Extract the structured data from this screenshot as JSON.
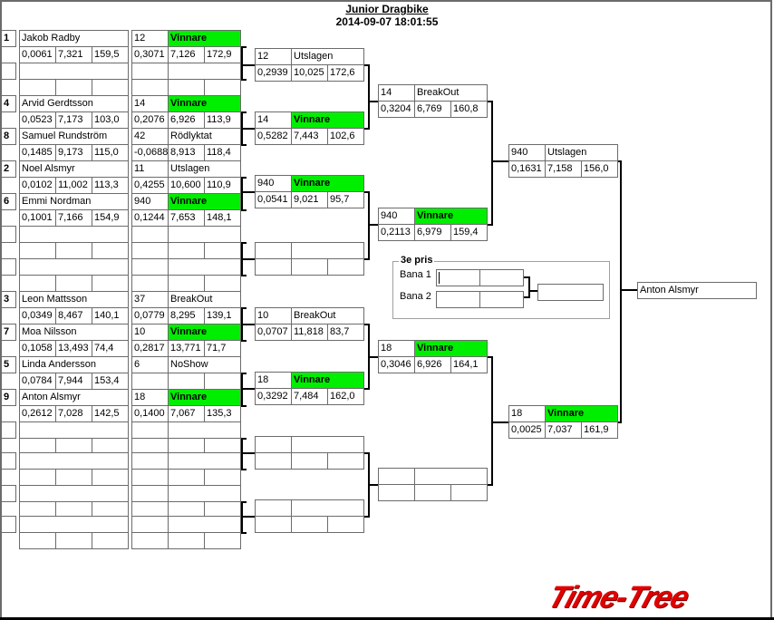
{
  "header": {
    "title": "Junior Dragbike",
    "datetime": "2014-09-07 18:01:55"
  },
  "round1_entries": [
    {
      "seed": "1",
      "name": "Jakob Radby",
      "rt": "0,0061",
      "et": "7,321",
      "speed": "159,5"
    },
    {
      "seed": "",
      "name": "",
      "rt": "",
      "et": "",
      "speed": ""
    },
    {
      "seed": "4",
      "name": "Arvid Gerdtsson",
      "rt": "0,0523",
      "et": "7,173",
      "speed": "103,0"
    },
    {
      "seed": "8",
      "name": "Samuel Rundström",
      "rt": "0,1485",
      "et": "9,173",
      "speed": "115,0"
    },
    {
      "seed": "2",
      "name": "Noel Alsmyr",
      "rt": "0,0102",
      "et": "11,002",
      "speed": "113,3"
    },
    {
      "seed": "6",
      "name": "Emmi Nordman",
      "rt": "0,1001",
      "et": "7,166",
      "speed": "154,9"
    },
    {
      "seed": "",
      "name": "",
      "rt": "",
      "et": "",
      "speed": ""
    },
    {
      "seed": "",
      "name": "",
      "rt": "",
      "et": "",
      "speed": ""
    },
    {
      "seed": "3",
      "name": "Leon Mattsson",
      "rt": "0,0349",
      "et": "8,467",
      "speed": "140,1"
    },
    {
      "seed": "7",
      "name": "Moa Nilsson",
      "rt": "0,1058",
      "et": "13,493",
      "speed": "74,4"
    },
    {
      "seed": "5",
      "name": "Linda Andersson",
      "rt": "0,0784",
      "et": "7,944",
      "speed": "153,4"
    },
    {
      "seed": "9",
      "name": "Anton Alsmyr",
      "rt": "0,2612",
      "et": "7,028",
      "speed": "142,5"
    },
    {
      "seed": "",
      "name": "",
      "rt": "",
      "et": "",
      "speed": ""
    },
    {
      "seed": "",
      "name": "",
      "rt": "",
      "et": "",
      "speed": ""
    },
    {
      "seed": "",
      "name": "",
      "rt": "",
      "et": "",
      "speed": ""
    },
    {
      "seed": "",
      "name": "",
      "rt": "",
      "et": "",
      "speed": ""
    }
  ],
  "round1_results": [
    {
      "num": "12",
      "status": "Vinnare",
      "winner": true,
      "rt": "0,3071",
      "et": "7,126",
      "speed": "172,9"
    },
    {
      "num": "",
      "status": "",
      "winner": false,
      "rt": "",
      "et": "",
      "speed": ""
    },
    {
      "num": "14",
      "status": "Vinnare",
      "winner": true,
      "rt": "0,2076",
      "et": "6,926",
      "speed": "113,9"
    },
    {
      "num": "42",
      "status": "Rödlyktat",
      "winner": false,
      "rt": "-0,0688",
      "et": "8,913",
      "speed": "118,4"
    },
    {
      "num": "11",
      "status": "Utslagen",
      "winner": false,
      "rt": "0,4255",
      "et": "10,600",
      "speed": "110,9"
    },
    {
      "num": "940",
      "status": "Vinnare",
      "winner": true,
      "rt": "0,1244",
      "et": "7,653",
      "speed": "148,1"
    },
    {
      "num": "",
      "status": "",
      "winner": false,
      "rt": "",
      "et": "",
      "speed": ""
    },
    {
      "num": "",
      "status": "",
      "winner": false,
      "rt": "",
      "et": "",
      "speed": ""
    },
    {
      "num": "37",
      "status": "BreakOut",
      "winner": false,
      "rt": "0,0779",
      "et": "8,295",
      "speed": "139,1"
    },
    {
      "num": "10",
      "status": "Vinnare",
      "winner": true,
      "rt": "0,2817",
      "et": "13,771",
      "speed": "71,7"
    },
    {
      "num": "6",
      "status": "NoShow",
      "winner": false,
      "rt": "",
      "et": "",
      "speed": ""
    },
    {
      "num": "18",
      "status": "Vinnare",
      "winner": true,
      "rt": "0,1400",
      "et": "7,067",
      "speed": "135,3"
    },
    {
      "num": "",
      "status": "",
      "winner": false,
      "rt": "",
      "et": "",
      "speed": ""
    },
    {
      "num": "",
      "status": "",
      "winner": false,
      "rt": "",
      "et": "",
      "speed": ""
    },
    {
      "num": "",
      "status": "",
      "winner": false,
      "rt": "",
      "et": "",
      "speed": ""
    },
    {
      "num": "",
      "status": "",
      "winner": false,
      "rt": "",
      "et": "",
      "speed": ""
    }
  ],
  "round2": [
    {
      "num": "12",
      "status": "Utslagen",
      "winner": false,
      "rt": "0,2939",
      "et": "10,025",
      "speed": "172,6"
    },
    {
      "num": "14",
      "status": "Vinnare",
      "winner": true,
      "rt": "0,5282",
      "et": "7,443",
      "speed": "102,6"
    },
    {
      "num": "940",
      "status": "Vinnare",
      "winner": true,
      "rt": "0,0541",
      "et": "9,021",
      "speed": "95,7"
    },
    {
      "num": "",
      "status": "",
      "winner": false,
      "rt": "",
      "et": "",
      "speed": ""
    },
    {
      "num": "10",
      "status": "BreakOut",
      "winner": false,
      "rt": "0,0707",
      "et": "11,818",
      "speed": "83,7"
    },
    {
      "num": "18",
      "status": "Vinnare",
      "winner": true,
      "rt": "0,3292",
      "et": "7,484",
      "speed": "162,0"
    },
    {
      "num": "",
      "status": "",
      "winner": false,
      "rt": "",
      "et": "",
      "speed": ""
    },
    {
      "num": "",
      "status": "",
      "winner": false,
      "rt": "",
      "et": "",
      "speed": ""
    }
  ],
  "round3": [
    {
      "num": "14",
      "status": "BreakOut",
      "winner": false,
      "rt": "0,3204",
      "et": "6,769",
      "speed": "160,8"
    },
    {
      "num": "940",
      "status": "Vinnare",
      "winner": true,
      "rt": "0,2113",
      "et": "6,979",
      "speed": "159,4"
    },
    {
      "num": "18",
      "status": "Vinnare",
      "winner": true,
      "rt": "0,3046",
      "et": "6,926",
      "speed": "164,1"
    },
    {
      "num": "",
      "status": "",
      "winner": false,
      "rt": "",
      "et": "",
      "speed": ""
    }
  ],
  "round4": [
    {
      "num": "940",
      "status": "Utslagen",
      "winner": false,
      "rt": "0,1631",
      "et": "7,158",
      "speed": "156,0"
    },
    {
      "num": "18",
      "status": "Vinnare",
      "winner": true,
      "rt": "0,0025",
      "et": "7,037",
      "speed": "161,9"
    }
  ],
  "final": {
    "winner_name": "Anton Alsmyr"
  },
  "third_place": {
    "title": "3e pris",
    "lane1_label": "Bana 1",
    "lane2_label": "Bana 2",
    "lane1": [
      "",
      ""
    ],
    "lane2": [
      "",
      ""
    ],
    "result": ""
  },
  "logo": {
    "text": "Time-Tree",
    "color": "#e00000"
  },
  "colors": {
    "winner_bg": "#00ee00",
    "border": "#6b6b6b"
  }
}
